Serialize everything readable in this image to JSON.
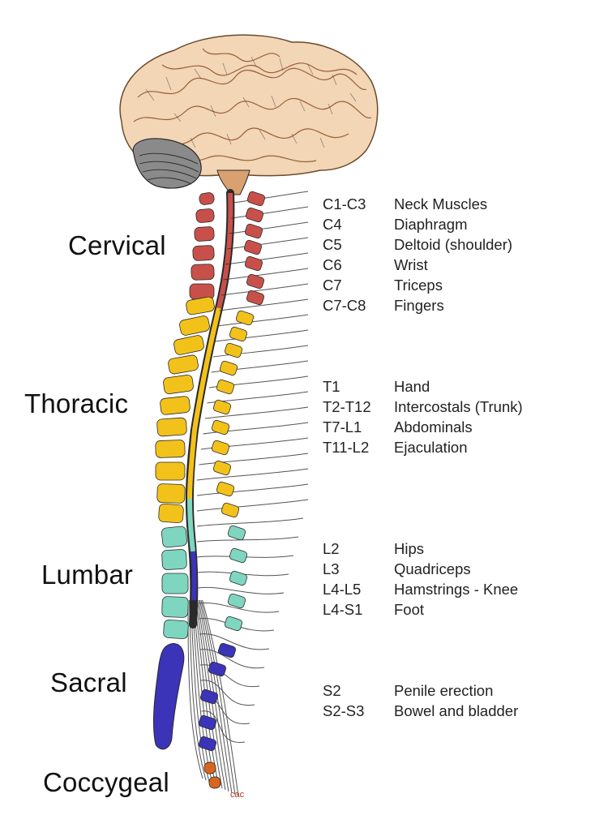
{
  "regions": {
    "cervical": "Cervical",
    "thoracic": "Thoracic",
    "lumbar": "Lumbar",
    "sacral": "Sacral",
    "coccygeal": "Coccygeal"
  },
  "nerves": [
    {
      "level": "C1-C3",
      "function": "Neck Muscles"
    },
    {
      "level": "C4",
      "function": "Diaphragm"
    },
    {
      "level": "C5",
      "function": "Deltoid (shoulder)"
    },
    {
      "level": "C6",
      "function": "Wrist"
    },
    {
      "level": "C7",
      "function": "Triceps"
    },
    {
      "level": "C7-C8",
      "function": "Fingers"
    },
    {
      "level": "T1",
      "function": "Hand"
    },
    {
      "level": "T2-T12",
      "function": "Intercostals (Trunk)"
    },
    {
      "level": "T7-L1",
      "function": "Abdominals"
    },
    {
      "level": "T11-L2",
      "function": "Ejaculation"
    },
    {
      "level": "L2",
      "function": "Hips"
    },
    {
      "level": "L3",
      "function": "Quadriceps"
    },
    {
      "level": "L4-L5",
      "function": "Hamstrings - Knee"
    },
    {
      "level": "L4-S1",
      "function": "Foot"
    },
    {
      "level": "S2",
      "function": "Penile erection"
    },
    {
      "level": "S2-S3",
      "function": "Bowel and bladder"
    }
  ],
  "signature": "cac",
  "colors": {
    "cervical": "#c9504a",
    "thoracic": "#f3c21a",
    "lumbar": "#7fd6c0",
    "sacral": "#3b34b8",
    "coccygeal": "#d9651f",
    "brain": "#f0d2b0",
    "ink": "#2a2a2a"
  }
}
